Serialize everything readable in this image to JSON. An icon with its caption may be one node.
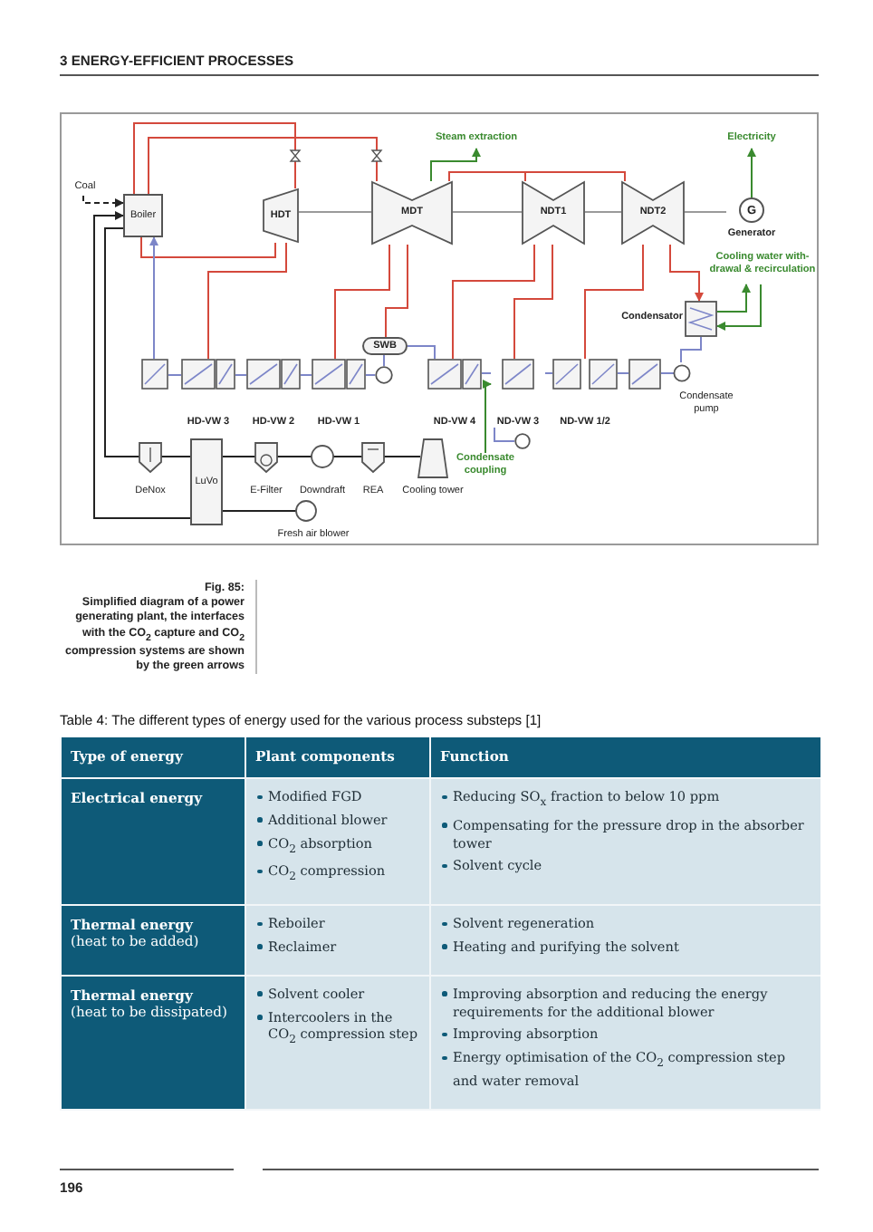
{
  "diagram": {
    "caption": "Simplified diagram of a power generating plant, the interfaces with the CO$_{2}$ capture and CO$_{2}$ compression systems are shown by the green arrows",
    "nodes": [
      {
        "text": [
          "Coal"
        ]
      },
      {
        "text": [
          "Boiler"
        ]
      },
      {
        "text": [
          "HDT"
        ]
      },
      {
        "text": [
          "MDT"
        ]
      },
      {
        "text": [
          "NDT1"
        ]
      },
      {
        "text": [
          "NDT2"
        ]
      },
      {
        "text": [
          "G"
        ],
        "beside": [
          "Generator"
        ]
      },
      {
        "text": [
          "Steam extraction"
        ]
      },
      {
        "text": [
          "Electricity"
        ]
      },
      {
        "text": [
          "Cooling water with-drawal & recirculation"
        ]
      },
      {
        "text": [
          "Condensator"
        ]
      },
      {
        "text": [
          "SWB"
        ]
      },
      {
        "text": [],
        "shape": "box"
      },
      {
        "text": [
          "HD-VW 3"
        ]
      },
      {
        "text": [
          "HD-VW 2"
        ]
      },
      {
        "text": [
          "HD-VW 1"
        ]
      },
      {
        "text": [],
        "shape": "circle"
      },
      {
        "text": [
          "ND-VW 4"
        ]
      },
      {
        "text": [
          "ND-VW 3"
        ]
      },
      {
        "text": [],
        "shape": "circle"
      },
      {
        "text": [
          "ND-VW 1/2"
        ]
      },
      {
        "text": [],
        "shape": "box"
      },
      {
        "text": [
          "Condensate pump"
        ]
      },
      {
        "text": [
          "Condensate coupling"
        ]
      },
      {
        "text": [
          "DeNox"
        ]
      },
      {
        "text": [
          "LuVo"
        ]
      },
      {
        "text": [
          "E-Filter"
        ]
      },
      {
        "text": [
          "Downdraft"
        ]
      },
      {
        "text": [
          "REA"
        ]
      },
      {
        "text": [
          "Cooling tower"
        ]
      },
      {
        "text": [
          "Fresh air blower"
        ]
      }
    ],
    "edges": [
      {
        "from": 0,
        "to": 1,
        "arrow": "to",
        "style": "dashed",
        "color": "#222222"
      },
      {
        "from": 1,
        "to": 2,
        "arrow": "none",
        "color": "#d4493c"
      },
      {
        "from": 2,
        "to": 1,
        "arrow": "none",
        "color": "#d4493c"
      },
      {
        "from": 1,
        "to": 3,
        "arrow": "none",
        "color": "#d4493c"
      },
      {
        "from": 3,
        "to": 4,
        "arrow": "none",
        "color": "#d4493c"
      },
      {
        "from": 3,
        "to": 5,
        "arrow": "none",
        "color": "#d4493c"
      },
      {
        "from": 3,
        "to": 7,
        "arrow": "to",
        "color": "#3a8a2f"
      },
      {
        "from": 6,
        "to": 8,
        "arrow": "to",
        "color": "#3a8a2f"
      },
      {
        "from": 2,
        "to": 3,
        "arrow": "none",
        "color": "#9a9a9a"
      },
      {
        "from": 3,
        "to": 4,
        "arrow": "none",
        "color": "#9a9a9a"
      },
      {
        "from": 4,
        "to": 5,
        "arrow": "none",
        "color": "#9a9a9a"
      },
      {
        "from": 5,
        "to": 6,
        "arrow": "none",
        "color": "#9a9a9a"
      },
      {
        "from": 5,
        "to": 10,
        "arrow": "to",
        "color": "#d4493c"
      },
      {
        "from": 10,
        "to": 9,
        "arrow": "to",
        "color": "#3a8a2f"
      },
      {
        "from": 9,
        "to": 10,
        "arrow": "to",
        "color": "#3a8a2f"
      },
      {
        "from": 10,
        "to": 22,
        "arrow": "none",
        "color": "#7d86c8"
      },
      {
        "from": 22,
        "to": 21,
        "arrow": "none",
        "color": "#7d86c8"
      },
      {
        "from": 21,
        "to": 20,
        "arrow": "none",
        "color": "#7d86c8"
      },
      {
        "from": 20,
        "to": 18,
        "arrow": "none",
        "color": "#7d86c8"
      },
      {
        "from": 18,
        "to": 17,
        "arrow": "none",
        "color": "#7d86c8"
      },
      {
        "from": 17,
        "to": 11,
        "arrow": "none",
        "color": "#7d86c8"
      },
      {
        "from": 11,
        "to": 16,
        "arrow": "none",
        "color": "#7d86c8"
      },
      {
        "from": 16,
        "to": 15,
        "arrow": "none",
        "color": "#7d86c8"
      },
      {
        "from": 15,
        "to": 14,
        "arrow": "none",
        "color": "#7d86c8"
      },
      {
        "from": 14,
        "to": 13,
        "arrow": "none",
        "color": "#7d86c8"
      },
      {
        "from": 13,
        "to": 12,
        "arrow": "none",
        "color": "#7d86c8"
      },
      {
        "from": 12,
        "to": 1,
        "arrow": "to",
        "color": "#7d86c8"
      },
      {
        "from": 23,
        "to": 18,
        "arrow": "to",
        "color": "#3a8a2f"
      },
      {
        "from": 18,
        "to": 19,
        "arrow": "none",
        "color": "#7d86c8"
      },
      {
        "from": 2,
        "to": 13,
        "arrow": "none",
        "color": "#d4493c"
      },
      {
        "from": 3,
        "to": 15,
        "arrow": "none",
        "color": "#d4493c"
      },
      {
        "from": 3,
        "to": 11,
        "arrow": "none",
        "color": "#d4493c"
      },
      {
        "from": 4,
        "to": 17,
        "arrow": "none",
        "color": "#d4493c"
      },
      {
        "from": 4,
        "to": 18,
        "arrow": "none",
        "color": "#d4493c"
      },
      {
        "from": 5,
        "to": 20,
        "arrow": "none",
        "color": "#d4493c"
      },
      {
        "from": 1,
        "to": 24,
        "arrow": "none",
        "color": "#222222"
      },
      {
        "from": 24,
        "to": 25,
        "arrow": "none",
        "color": "#222222"
      },
      {
        "from": 25,
        "to": 26,
        "arrow": "none",
        "color": "#222222"
      },
      {
        "from": 26,
        "to": 27,
        "arrow": "none",
        "color": "#222222"
      },
      {
        "from": 27,
        "to": 28,
        "arrow": "none",
        "color": "#222222"
      },
      {
        "from": 28,
        "to": 29,
        "arrow": "none",
        "color": "#222222"
      },
      {
        "from": 30,
        "to": 25,
        "arrow": "none",
        "color": "#222222"
      },
      {
        "from": 25,
        "to": 1,
        "arrow": "to",
        "color": "#222222"
      }
    ],
    "labels": [
      "3 ENERGY-EFFICIENT PROCESSES",
      "Fig. 85:",
      "Table 4: The different types of energy used for the various process substeps [1]",
      "Type of energy",
      "Plant components",
      "Function",
      "Electrical energy",
      "Modified FGD",
      "Additional blower",
      "CO$_{2}$ absorption",
      "CO$_{2}$ compression",
      "Reducing SO$_{x}$ fraction to below 10 ppm",
      "Compensating for the pressure drop in the absorber tower",
      "Solvent cycle",
      "**Thermal energy** (heat to be added)",
      "Reboiler",
      "Reclaimer",
      "Solvent regeneration",
      "Heating and purifying the solvent",
      "**Thermal energy** (heat to be dissipated)",
      "Solvent cooler",
      "Intercoolers in the CO$_{2}$ compression step",
      "Improving absorption and reducing the energy requirements for the additional blower",
      "Improving absorption",
      "Energy optimisation of the CO$_{2}$ compression step and water removal",
      "196"
    ]
  }
}
